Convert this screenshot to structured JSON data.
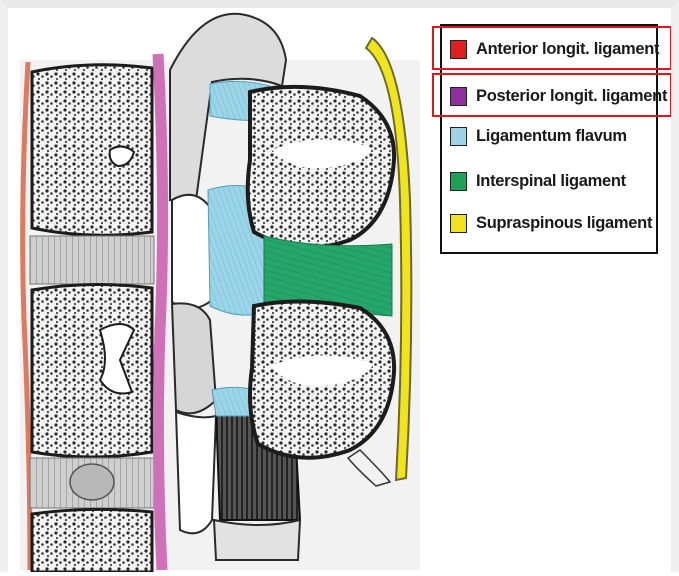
{
  "legend": {
    "items": [
      {
        "label": "Anterior longit. ligament",
        "color": "#e0201f",
        "highlighted": true
      },
      {
        "label": "Posterior longit. ligament",
        "color": "#8e2f9d",
        "highlighted": true
      },
      {
        "label": "Ligamentum flavum",
        "color": "#9fd3e6",
        "highlighted": false
      },
      {
        "label": "Interspinal ligament",
        "color": "#1ea155",
        "highlighted": false
      },
      {
        "label": "Supraspinous ligament",
        "color": "#f1e11f",
        "highlighted": false
      }
    ]
  },
  "colors": {
    "highlight": "#e4141b",
    "anterior_ligament": "#e07a5f",
    "posterior_ligament": "#d071b8",
    "ligamentum_flavum": "#8fd0e0",
    "interspinal_ligament": "#27a86a",
    "supraspinous_ligament": "#f2e41a",
    "bone": "#e8e8e8",
    "disc": "#bdbdbd"
  }
}
